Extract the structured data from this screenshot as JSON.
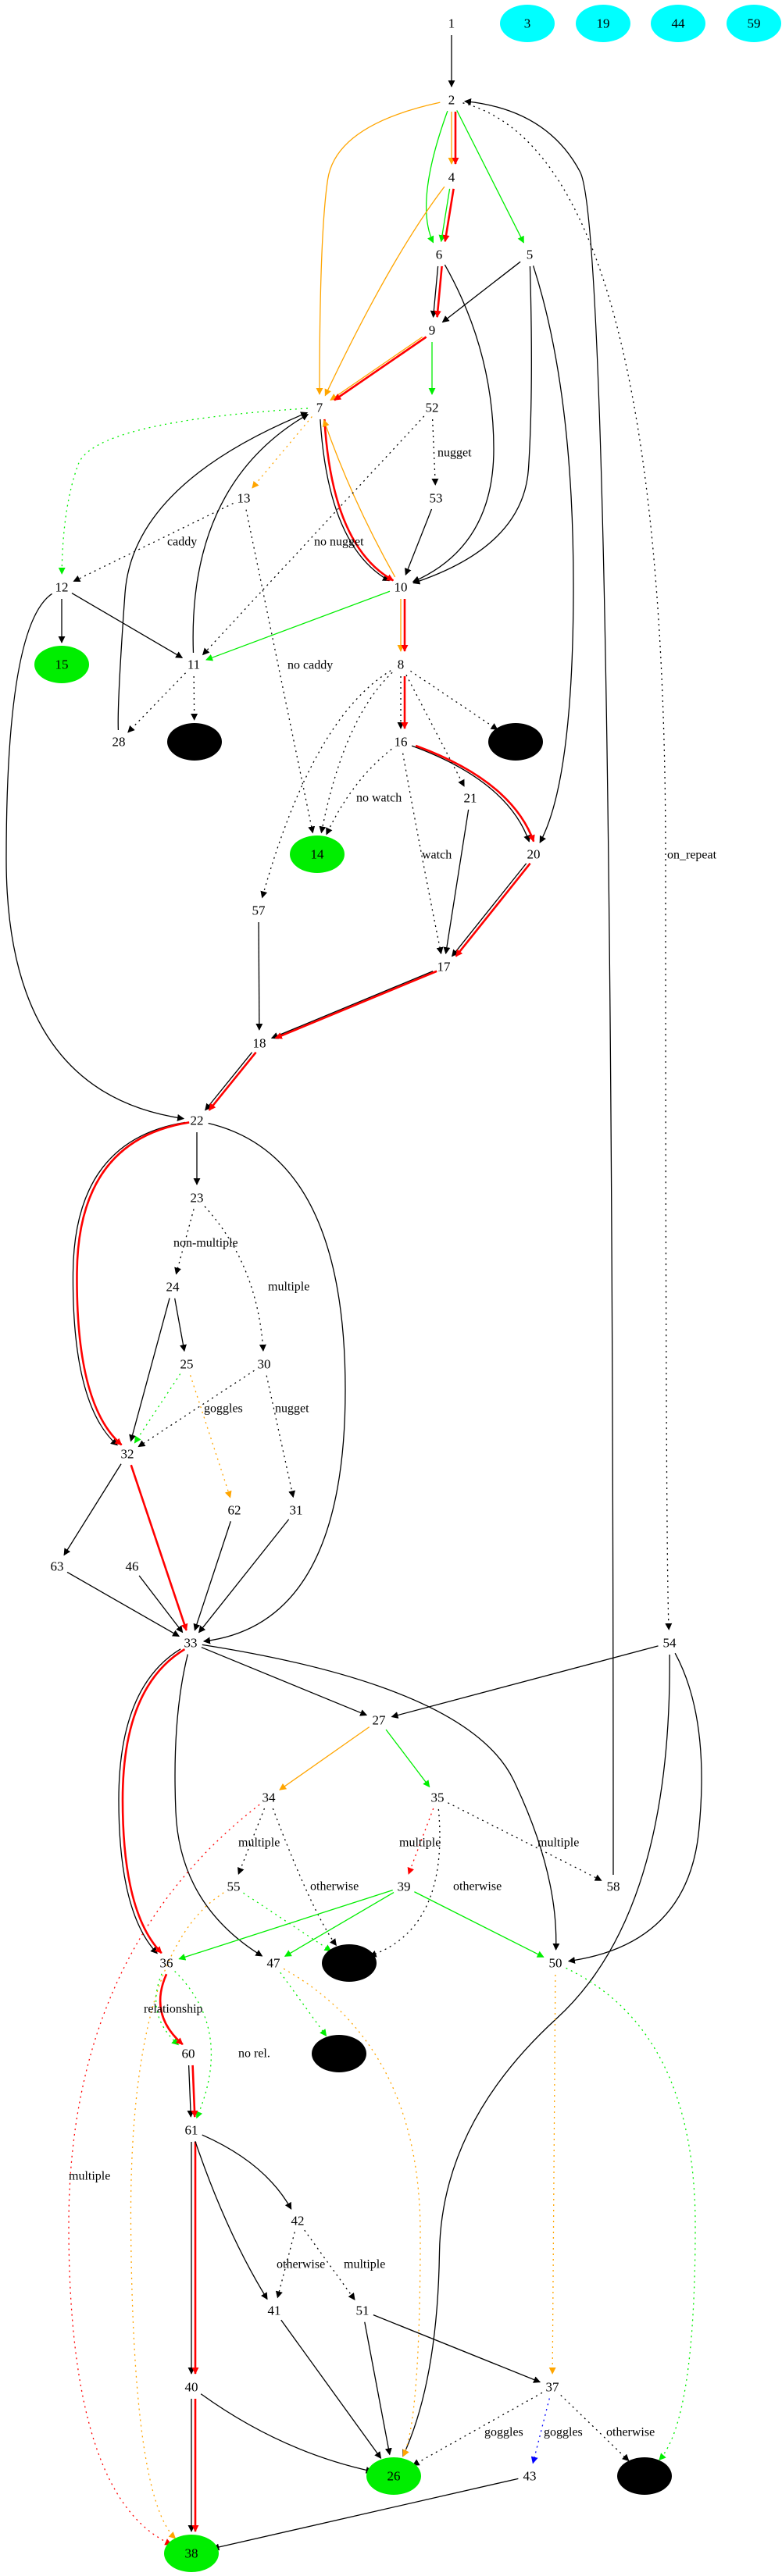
{
  "graph": {
    "nodes": [
      {
        "id": "1",
        "label": "1"
      },
      {
        "id": "3",
        "label": "3",
        "fill": "#00ffff"
      },
      {
        "id": "19",
        "label": "19",
        "fill": "#00ffff"
      },
      {
        "id": "44",
        "label": "44",
        "fill": "#00ffff"
      },
      {
        "id": "59",
        "label": "59",
        "fill": "#00ffff"
      },
      {
        "id": "2",
        "label": "2"
      },
      {
        "id": "4",
        "label": "4"
      },
      {
        "id": "6",
        "label": "6"
      },
      {
        "id": "5",
        "label": "5"
      },
      {
        "id": "9",
        "label": "9"
      },
      {
        "id": "7",
        "label": "7"
      },
      {
        "id": "52",
        "label": "52"
      },
      {
        "id": "13",
        "label": "13"
      },
      {
        "id": "53",
        "label": "53"
      },
      {
        "id": "12",
        "label": "12"
      },
      {
        "id": "10",
        "label": "10"
      },
      {
        "id": "15",
        "label": "15",
        "fill": "#00ee00"
      },
      {
        "id": "11",
        "label": "11"
      },
      {
        "id": "8",
        "label": "8"
      },
      {
        "id": "28",
        "label": "28"
      },
      {
        "id": "b1",
        "label": "",
        "fill": "#000000"
      },
      {
        "id": "16",
        "label": "16"
      },
      {
        "id": "b2",
        "label": "",
        "fill": "#000000"
      },
      {
        "id": "21",
        "label": "21"
      },
      {
        "id": "14",
        "label": "14",
        "fill": "#00ee00"
      },
      {
        "id": "20",
        "label": "20"
      },
      {
        "id": "57",
        "label": "57"
      },
      {
        "id": "17",
        "label": "17"
      },
      {
        "id": "18",
        "label": "18"
      },
      {
        "id": "22",
        "label": "22"
      },
      {
        "id": "23",
        "label": "23"
      },
      {
        "id": "24",
        "label": "24"
      },
      {
        "id": "25",
        "label": "25"
      },
      {
        "id": "30",
        "label": "30"
      },
      {
        "id": "32",
        "label": "32"
      },
      {
        "id": "62",
        "label": "62"
      },
      {
        "id": "31",
        "label": "31"
      },
      {
        "id": "63",
        "label": "63"
      },
      {
        "id": "46",
        "label": "46"
      },
      {
        "id": "33",
        "label": "33"
      },
      {
        "id": "54",
        "label": "54"
      },
      {
        "id": "27",
        "label": "27"
      },
      {
        "id": "34",
        "label": "34"
      },
      {
        "id": "35",
        "label": "35"
      },
      {
        "id": "55",
        "label": "55"
      },
      {
        "id": "39",
        "label": "39"
      },
      {
        "id": "58",
        "label": "58"
      },
      {
        "id": "36",
        "label": "36"
      },
      {
        "id": "47",
        "label": "47"
      },
      {
        "id": "b3",
        "label": "",
        "fill": "#000000"
      },
      {
        "id": "50",
        "label": "50"
      },
      {
        "id": "60",
        "label": "60"
      },
      {
        "id": "b4",
        "label": "",
        "fill": "#000000"
      },
      {
        "id": "61",
        "label": "61"
      },
      {
        "id": "42",
        "label": "42"
      },
      {
        "id": "41",
        "label": "41"
      },
      {
        "id": "51",
        "label": "51"
      },
      {
        "id": "40",
        "label": "40"
      },
      {
        "id": "37",
        "label": "37"
      },
      {
        "id": "26",
        "label": "26",
        "fill": "#00ee00"
      },
      {
        "id": "43",
        "label": "43"
      },
      {
        "id": "b5",
        "label": "",
        "fill": "#000000"
      },
      {
        "id": "38",
        "label": "38",
        "fill": "#00ee00"
      }
    ],
    "edges": [
      {
        "from": "1",
        "to": "2",
        "color": "#000000",
        "style": "solid"
      },
      {
        "from": "2",
        "to": "7",
        "color": "#ffa500",
        "style": "solid"
      },
      {
        "from": "2",
        "to": "4",
        "color": "#ffa500",
        "style": "solid"
      },
      {
        "from": "2",
        "to": "4",
        "color": "#ff0000",
        "style": "solid"
      },
      {
        "from": "2",
        "to": "6",
        "color": "#00ee00",
        "style": "solid"
      },
      {
        "from": "2",
        "to": "5",
        "color": "#00ee00",
        "style": "solid"
      },
      {
        "from": "2",
        "to": "54",
        "color": "#000000",
        "style": "dotted",
        "label": "on_repeat"
      },
      {
        "from": "4",
        "to": "7",
        "color": "#ffa500",
        "style": "solid"
      },
      {
        "from": "4",
        "to": "6",
        "color": "#00ee00",
        "style": "solid"
      },
      {
        "from": "4",
        "to": "6",
        "color": "#ff0000",
        "style": "solid"
      },
      {
        "from": "6",
        "to": "9",
        "color": "#000000",
        "style": "solid"
      },
      {
        "from": "6",
        "to": "9",
        "color": "#ff0000",
        "style": "solid"
      },
      {
        "from": "5",
        "to": "9",
        "color": "#000000",
        "style": "solid"
      },
      {
        "from": "6",
        "to": "10",
        "color": "#000000",
        "style": "solid"
      },
      {
        "from": "5",
        "to": "10",
        "color": "#000000",
        "style": "solid"
      },
      {
        "from": "5",
        "to": "20",
        "color": "#000000",
        "style": "solid"
      },
      {
        "from": "9",
        "to": "7",
        "color": "#ffa500",
        "style": "solid"
      },
      {
        "from": "9",
        "to": "7",
        "color": "#ff0000",
        "style": "solid"
      },
      {
        "from": "9",
        "to": "52",
        "color": "#00ee00",
        "style": "solid"
      },
      {
        "from": "7",
        "to": "12",
        "color": "#00ee00",
        "style": "dotted"
      },
      {
        "from": "7",
        "to": "13",
        "color": "#ffa500",
        "style": "dotted"
      },
      {
        "from": "7",
        "to": "10",
        "color": "#000000",
        "style": "solid"
      },
      {
        "from": "7",
        "to": "10",
        "color": "#ff0000",
        "style": "solid"
      },
      {
        "from": "10",
        "to": "7",
        "color": "#ffa500",
        "style": "solid"
      },
      {
        "from": "52",
        "to": "11",
        "color": "#000000",
        "style": "dotted",
        "label": "no nugget"
      },
      {
        "from": "52",
        "to": "53",
        "color": "#000000",
        "style": "dotted",
        "label": "nugget"
      },
      {
        "from": "53",
        "to": "10",
        "color": "#000000",
        "style": "solid"
      },
      {
        "from": "13",
        "to": "12",
        "color": "#000000",
        "style": "dotted",
        "label": "caddy"
      },
      {
        "from": "13",
        "to": "14",
        "color": "#000000",
        "style": "dotted",
        "label": "no caddy"
      },
      {
        "from": "12",
        "to": "15",
        "color": "#000000",
        "style": "solid"
      },
      {
        "from": "12",
        "to": "11",
        "color": "#000000",
        "style": "solid"
      },
      {
        "from": "12",
        "to": "22",
        "color": "#000000",
        "style": "solid"
      },
      {
        "from": "11",
        "to": "7",
        "color": "#000000",
        "style": "solid"
      },
      {
        "from": "28",
        "to": "7",
        "color": "#000000",
        "style": "solid"
      },
      {
        "from": "10",
        "to": "11",
        "color": "#00ee00",
        "style": "solid"
      },
      {
        "from": "10",
        "to": "8",
        "color": "#ffa500",
        "style": "solid"
      },
      {
        "from": "10",
        "to": "8",
        "color": "#ff0000",
        "style": "solid"
      },
      {
        "from": "11",
        "to": "28",
        "color": "#000000",
        "style": "dotted"
      },
      {
        "from": "11",
        "to": "b1",
        "color": "#000000",
        "style": "dotted"
      },
      {
        "from": "8",
        "to": "16",
        "color": "#000000",
        "style": "dotted"
      },
      {
        "from": "8",
        "to": "16",
        "color": "#ff0000",
        "style": "solid"
      },
      {
        "from": "8",
        "to": "b2",
        "color": "#000000",
        "style": "dotted"
      },
      {
        "from": "8",
        "to": "21",
        "color": "#000000",
        "style": "dotted"
      },
      {
        "from": "8",
        "to": "14",
        "color": "#000000",
        "style": "dotted"
      },
      {
        "from": "8",
        "to": "57",
        "color": "#000000",
        "style": "dotted"
      },
      {
        "from": "16",
        "to": "14",
        "color": "#000000",
        "style": "dotted",
        "label": "no watch"
      },
      {
        "from": "16",
        "to": "17",
        "color": "#000000",
        "style": "dotted",
        "label": "watch"
      },
      {
        "from": "16",
        "to": "20",
        "color": "#000000",
        "style": "solid"
      },
      {
        "from": "16",
        "to": "20",
        "color": "#ff0000",
        "style": "solid"
      },
      {
        "from": "21",
        "to": "17",
        "color": "#000000",
        "style": "solid"
      },
      {
        "from": "20",
        "to": "17",
        "color": "#000000",
        "style": "solid"
      },
      {
        "from": "20",
        "to": "17",
        "color": "#ff0000",
        "style": "solid"
      },
      {
        "from": "57",
        "to": "18",
        "color": "#000000",
        "style": "solid"
      },
      {
        "from": "17",
        "to": "18",
        "color": "#000000",
        "style": "solid"
      },
      {
        "from": "17",
        "to": "18",
        "color": "#ff0000",
        "style": "solid"
      },
      {
        "from": "18",
        "to": "22",
        "color": "#000000",
        "style": "solid"
      },
      {
        "from": "18",
        "to": "22",
        "color": "#ff0000",
        "style": "solid"
      },
      {
        "from": "22",
        "to": "23",
        "color": "#000000",
        "style": "solid"
      },
      {
        "from": "22",
        "to": "32",
        "color": "#000000",
        "style": "solid"
      },
      {
        "from": "22",
        "to": "32",
        "color": "#ff0000",
        "style": "solid"
      },
      {
        "from": "22",
        "to": "33",
        "color": "#000000",
        "style": "solid"
      },
      {
        "from": "23",
        "to": "24",
        "color": "#000000",
        "style": "dotted",
        "label": "non-multiple"
      },
      {
        "from": "23",
        "to": "30",
        "color": "#000000",
        "style": "dotted",
        "label": "multiple"
      },
      {
        "from": "24",
        "to": "25",
        "color": "#000000",
        "style": "solid"
      },
      {
        "from": "24",
        "to": "32",
        "color": "#000000",
        "style": "solid"
      },
      {
        "from": "25",
        "to": "32",
        "color": "#00ee00",
        "style": "dotted"
      },
      {
        "from": "25",
        "to": "62",
        "color": "#ffa500",
        "style": "dotted"
      },
      {
        "from": "30",
        "to": "32",
        "color": "#000000",
        "style": "dotted",
        "label": "goggles"
      },
      {
        "from": "30",
        "to": "31",
        "color": "#000000",
        "style": "dotted",
        "label": "nugget"
      },
      {
        "from": "32",
        "to": "63",
        "color": "#000000",
        "style": "solid"
      },
      {
        "from": "32",
        "to": "33",
        "color": "#ff0000",
        "style": "solid"
      },
      {
        "from": "63",
        "to": "33",
        "color": "#000000",
        "style": "solid"
      },
      {
        "from": "46",
        "to": "33",
        "color": "#000000",
        "style": "solid"
      },
      {
        "from": "62",
        "to": "33",
        "color": "#000000",
        "style": "solid"
      },
      {
        "from": "31",
        "to": "33",
        "color": "#000000",
        "style": "solid"
      },
      {
        "from": "33",
        "to": "36",
        "color": "#000000",
        "style": "solid"
      },
      {
        "from": "33",
        "to": "36",
        "color": "#ff0000",
        "style": "solid"
      },
      {
        "from": "33",
        "to": "47",
        "color": "#000000",
        "style": "solid"
      },
      {
        "from": "33",
        "to": "27",
        "color": "#000000",
        "style": "solid"
      },
      {
        "from": "33",
        "to": "50",
        "color": "#000000",
        "style": "solid"
      },
      {
        "from": "54",
        "to": "27",
        "color": "#000000",
        "style": "solid"
      },
      {
        "from": "54",
        "to": "26",
        "color": "#000000",
        "style": "solid"
      },
      {
        "from": "54",
        "to": "50",
        "color": "#000000",
        "style": "solid"
      },
      {
        "from": "58",
        "to": "2",
        "color": "#000000",
        "style": "solid"
      },
      {
        "from": "27",
        "to": "34",
        "color": "#ffa500",
        "style": "solid"
      },
      {
        "from": "27",
        "to": "35",
        "color": "#00ee00",
        "style": "solid"
      },
      {
        "from": "34",
        "to": "38",
        "color": "#ff0000",
        "style": "dotted",
        "label": "multiple"
      },
      {
        "from": "34",
        "to": "55",
        "color": "#000000",
        "style": "dotted",
        "label": "multiple"
      },
      {
        "from": "34",
        "to": "b3",
        "color": "#000000",
        "style": "dotted",
        "label": "otherwise"
      },
      {
        "from": "35",
        "to": "39",
        "color": "#ff0000",
        "style": "dotted",
        "label": "multiple"
      },
      {
        "from": "35",
        "to": "b3",
        "color": "#000000",
        "style": "dotted",
        "label": "otherwise"
      },
      {
        "from": "35",
        "to": "58",
        "color": "#000000",
        "style": "dotted",
        "label": "multiple"
      },
      {
        "from": "55",
        "to": "b3",
        "color": "#00ee00",
        "style": "dotted"
      },
      {
        "from": "55",
        "to": "38",
        "color": "#ffa500",
        "style": "dotted"
      },
      {
        "from": "39",
        "to": "36",
        "color": "#00ee00",
        "style": "solid"
      },
      {
        "from": "39",
        "to": "47",
        "color": "#00ee00",
        "style": "solid"
      },
      {
        "from": "39",
        "to": "50",
        "color": "#00ee00",
        "style": "solid"
      },
      {
        "from": "36",
        "to": "60",
        "color": "#00ee00",
        "style": "dotted",
        "label": "relationship"
      },
      {
        "from": "36",
        "to": "60",
        "color": "#ff0000",
        "style": "solid"
      },
      {
        "from": "36",
        "to": "61",
        "color": "#00ee00",
        "style": "dotted",
        "label": "no rel."
      },
      {
        "from": "47",
        "to": "b4",
        "color": "#00ee00",
        "style": "dotted"
      },
      {
        "from": "47",
        "to": "26",
        "color": "#ffa500",
        "style": "dotted"
      },
      {
        "from": "50",
        "to": "37",
        "color": "#ffa500",
        "style": "dotted"
      },
      {
        "from": "50",
        "to": "b5",
        "color": "#00ee00",
        "style": "dotted"
      },
      {
        "from": "60",
        "to": "61",
        "color": "#000000",
        "style": "solid"
      },
      {
        "from": "60",
        "to": "61",
        "color": "#ff0000",
        "style": "solid"
      },
      {
        "from": "61",
        "to": "40",
        "color": "#000000",
        "style": "solid"
      },
      {
        "from": "61",
        "to": "40",
        "color": "#ff0000",
        "style": "solid"
      },
      {
        "from": "61",
        "to": "41",
        "color": "#000000",
        "style": "solid"
      },
      {
        "from": "61",
        "to": "42",
        "color": "#000000",
        "style": "solid"
      },
      {
        "from": "42",
        "to": "41",
        "color": "#000000",
        "style": "dotted",
        "label": "otherwise"
      },
      {
        "from": "42",
        "to": "51",
        "color": "#000000",
        "style": "dotted",
        "label": "multiple"
      },
      {
        "from": "41",
        "to": "26",
        "color": "#000000",
        "style": "solid"
      },
      {
        "from": "51",
        "to": "26",
        "color": "#000000",
        "style": "solid"
      },
      {
        "from": "51",
        "to": "37",
        "color": "#000000",
        "style": "solid"
      },
      {
        "from": "40",
        "to": "38",
        "color": "#000000",
        "style": "solid"
      },
      {
        "from": "40",
        "to": "38",
        "color": "#ff0000",
        "style": "solid"
      },
      {
        "from": "40",
        "to": "26",
        "color": "#000000",
        "style": "solid"
      },
      {
        "from": "37",
        "to": "26",
        "color": "#000000",
        "style": "dotted",
        "label": "goggles"
      },
      {
        "from": "37",
        "to": "43",
        "color": "#0000ff",
        "style": "dotted",
        "label": "goggles"
      },
      {
        "from": "37",
        "to": "b5",
        "color": "#000000",
        "style": "dotted",
        "label": "otherwise"
      },
      {
        "from": "43",
        "to": "38",
        "color": "#000000",
        "style": "solid"
      }
    ]
  }
}
